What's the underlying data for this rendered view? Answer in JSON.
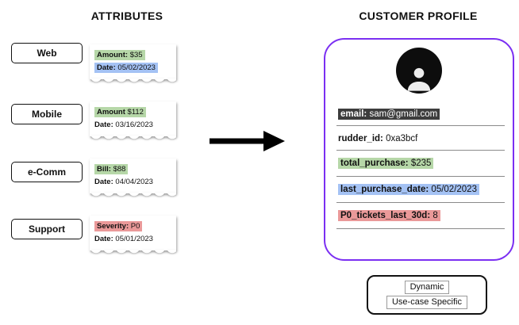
{
  "titles": {
    "left": "ATTRIBUTES",
    "right": "CUSTOMER PROFILE"
  },
  "colors": {
    "highlight_green": "#b6d7a8",
    "highlight_blue": "#a4c2f4",
    "highlight_red": "#ea9999",
    "highlight_dark": "#3d3d3d",
    "card_border_purple": "#7b2ff2",
    "legend_border": "#111111"
  },
  "sources": [
    {
      "label": "Web",
      "line1_label": "Amount:",
      "line1_value": "$35",
      "line1_highlight": "green",
      "line2_label": "Date:",
      "line2_value": "05/02/2023",
      "line2_highlight": "blue"
    },
    {
      "label": "Mobile",
      "line1_label": "Amount",
      "line1_value": "$112",
      "line1_highlight": "green",
      "line2_label": "Date:",
      "line2_value": "03/16/2023",
      "line2_highlight": "none"
    },
    {
      "label": "e-Comm",
      "line1_label": "Bill:",
      "line1_value": "$88",
      "line1_highlight": "green",
      "line2_label": "Date:",
      "line2_value": "04/04/2023",
      "line2_highlight": "none"
    },
    {
      "label": "Support",
      "line1_label": "Severity:",
      "line1_value": "P0",
      "line1_highlight": "red",
      "line2_label": "Date:",
      "line2_value": "05/01/2023",
      "line2_highlight": "none"
    }
  ],
  "profile": {
    "rows": [
      {
        "label": "email:",
        "value": "sam@gmail.com",
        "highlight": "dark"
      },
      {
        "label": "rudder_id:",
        "value": "0xa3bcf",
        "highlight": "none"
      },
      {
        "label": "total_purchase:",
        "value": "$235",
        "highlight": "green"
      },
      {
        "label": "last_purchase_date:",
        "value": "05/02/2023",
        "highlight": "blue"
      },
      {
        "label": "P0_tickets_last_30d:",
        "value": "8",
        "highlight": "red"
      }
    ]
  },
  "legend": {
    "line1": "Dynamic",
    "line2": "Use-case Specific"
  }
}
